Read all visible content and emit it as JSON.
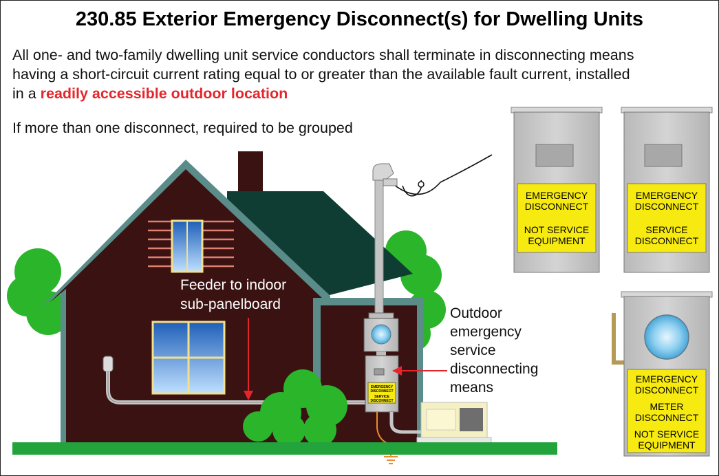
{
  "title": "230.85 Exterior Emergency Disconnect(s) for Dwelling Units",
  "intro": {
    "lines": [
      "All one- and two-family dwelling unit service conductors shall terminate in disconnecting means",
      "having a short-circuit current rating equal to or greater than the available fault current, installed"
    ],
    "prefix": "in a ",
    "highlight": "readily accessible outdoor location"
  },
  "grouped_note": "If more than one disconnect, required to be grouped",
  "callouts": {
    "feeder": [
      "Feeder to indoor",
      "sub-panelboard"
    ],
    "outdoor": [
      "Outdoor",
      "emergency",
      "service",
      "disconnecting",
      "means"
    ]
  },
  "small_label": [
    "EMERGENCY",
    "DISCONNECT",
    "SERVICE",
    "DISCONNECT"
  ],
  "panels": [
    {
      "label": [
        "EMERGENCY",
        "DISCONNECT",
        "NOT SERVICE",
        "EQUIPMENT"
      ]
    },
    {
      "label": [
        "EMERGENCY",
        "DISCONNECT",
        "SERVICE",
        "DISCONNECT"
      ]
    },
    {
      "label": [
        "EMERGENCY",
        "DISCONNECT",
        "METER",
        "DISCONNECT",
        "NOT SERVICE",
        "EQUIPMENT"
      ]
    }
  ],
  "colors": {
    "highlight": "#e4262c",
    "house_wall": "#3b1212",
    "roof": "#0f3d33",
    "trim": "#5a8c8a",
    "grass": "#22a33b",
    "bush": "#2bb52b",
    "label_yellow": "#f7ea10",
    "panel_gray": "#c8c8c8",
    "arrow_red": "#e4262c"
  }
}
